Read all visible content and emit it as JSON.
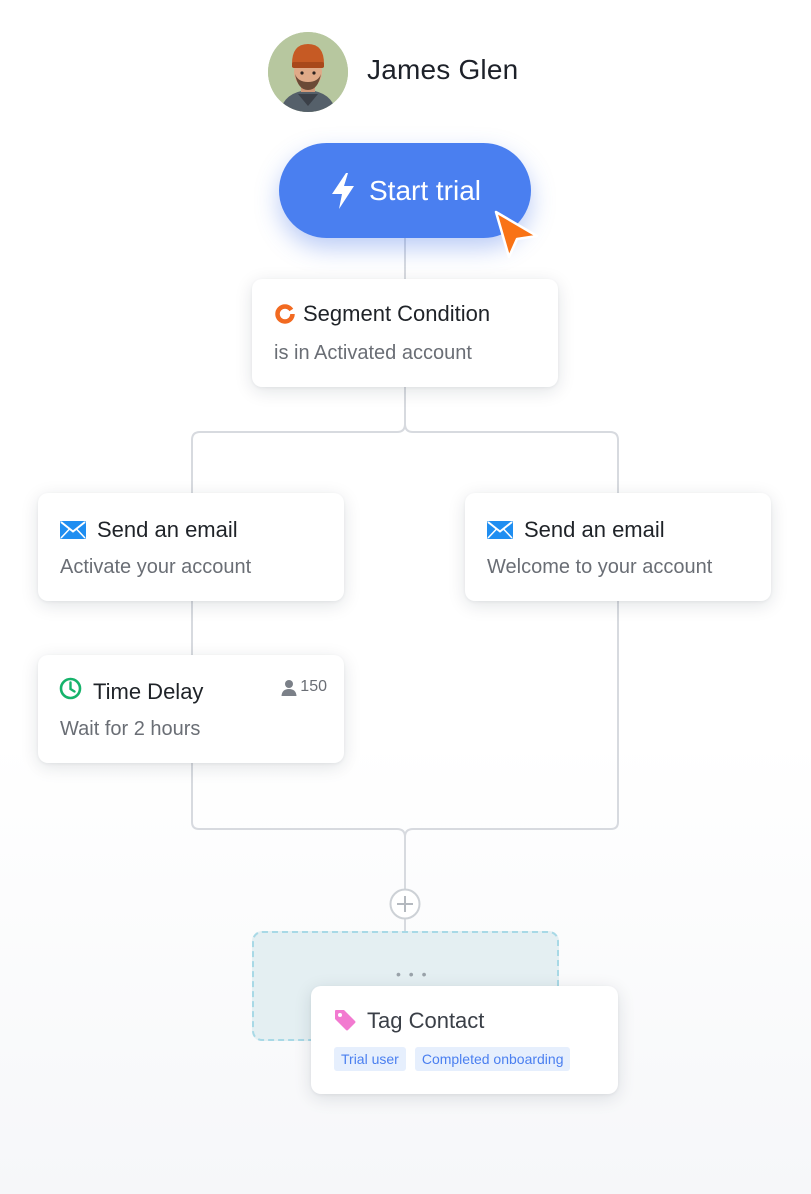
{
  "user": {
    "name": "James Glen"
  },
  "trigger": {
    "label": "Start trial",
    "icon": "lightning-bolt-icon",
    "color": "#4a7ff0"
  },
  "cursor": {
    "icon": "pointer-cursor-icon",
    "color": "#f97316"
  },
  "nodes": {
    "segment_condition": {
      "icon": "segment-ring-icon",
      "title": "Segment Condition",
      "subtitle": "is in Activated account"
    },
    "email_left": {
      "icon": "envelope-icon",
      "title": "Send an email",
      "subtitle": "Activate your account"
    },
    "email_right": {
      "icon": "envelope-icon",
      "title": "Send an email",
      "subtitle": "Welcome to your account"
    },
    "time_delay": {
      "icon": "clock-icon",
      "title": "Time Delay",
      "subtitle": "Wait for 2 hours",
      "contact_count": "150"
    },
    "tag_contact": {
      "icon": "tag-icon",
      "title": "Tag Contact",
      "tags": [
        "Trial user",
        "Completed onboarding"
      ]
    }
  },
  "add_step": {
    "icon": "plus-circle-icon"
  },
  "placeholder": {
    "dots": "• • •"
  },
  "colors": {
    "accent": "#4a7ff0",
    "segment_orange": "#f26a21",
    "email_blue": "#1f8ef1",
    "clock_green": "#16b36b",
    "tag_pink": "#f27ad0"
  }
}
